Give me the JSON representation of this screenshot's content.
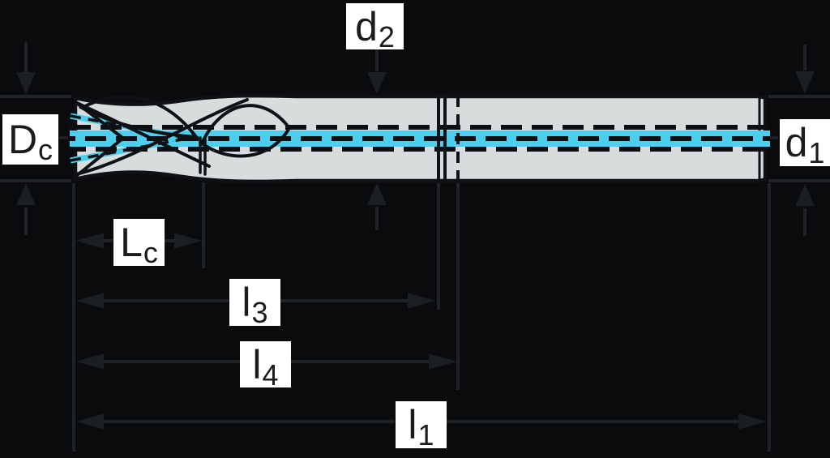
{
  "figure": {
    "kind": "technical-drawing",
    "subject": "end mill side view with dimension callouts"
  },
  "labels": {
    "Dc": {
      "main": "D",
      "sub": "c"
    },
    "d2": {
      "main": "d",
      "sub": "2"
    },
    "d1": {
      "main": "d",
      "sub": "1"
    },
    "Lc": {
      "main": "L",
      "sub": "c"
    },
    "l3": {
      "main": "l",
      "sub": "3"
    },
    "l4": {
      "main": "l",
      "sub": "4"
    },
    "l1": {
      "main": "l",
      "sub": "1"
    }
  },
  "colors": {
    "background": "#0a0b0c",
    "tool_fill": "#d7dddd",
    "tool_outline": "#101114",
    "centerline_cyan": "#4ccfee",
    "centerline_dash": "#0d0f12",
    "dimension_line": "#1f2327",
    "arrow_fill": "#1b1e22",
    "label_background": "#ffffff",
    "label_text": "#1c1c1c"
  }
}
